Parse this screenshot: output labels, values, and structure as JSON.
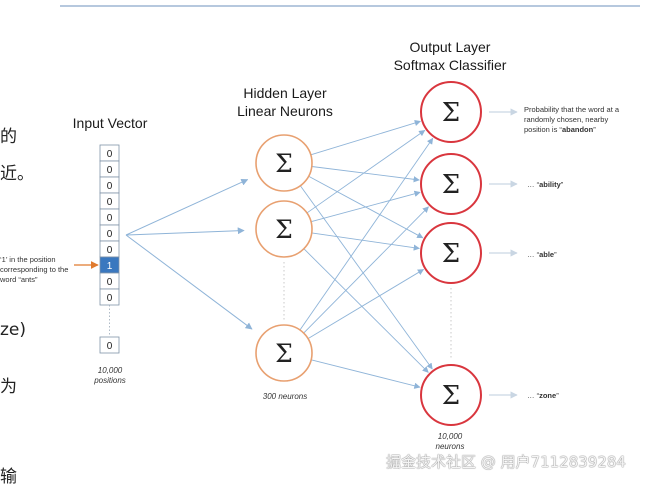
{
  "left_fragments": [
    "的",
    "近。",
    "ze)",
    "为",
    "输"
  ],
  "input": {
    "title": "Input Vector",
    "cells": [
      "0",
      "0",
      "0",
      "0",
      "0",
      "0",
      "0",
      "1",
      "0",
      "0"
    ],
    "last_cell": "0",
    "active_index": 7,
    "count_label": "10,000\npositions",
    "annotation": "‘1’ in the position\ncorresponding to the\nword “ants”"
  },
  "hidden": {
    "title": "Hidden Layer\nLinear Neurons",
    "symbol": "Σ",
    "neuron_count": 3,
    "caption": "300 neurons"
  },
  "output": {
    "title": "Output Layer\nSoftmax Classifier",
    "symbol": "Σ",
    "neuron_count": 4,
    "caption": "10,000\nneurons",
    "labels": [
      {
        "prefix": "Probability that the word at a\nrandomly chosen, nearby\nposition is “",
        "word": "abandon",
        "suffix": "”"
      },
      {
        "prefix": "… “",
        "word": "ability",
        "suffix": "”"
      },
      {
        "prefix": "… “",
        "word": "able",
        "suffix": "”"
      },
      {
        "prefix": "… “",
        "word": "zone",
        "suffix": "”"
      }
    ]
  },
  "colors": {
    "hidden_ring": "#e8a070",
    "output_ring": "#d9363e",
    "arrow": "#8fb4d8",
    "active_cell": "#3a78bf",
    "annotation_arrow": "#e07a2e",
    "top_rule": "#9db6d3"
  },
  "watermark": "掘金技术社区 @ 用户7112839284"
}
